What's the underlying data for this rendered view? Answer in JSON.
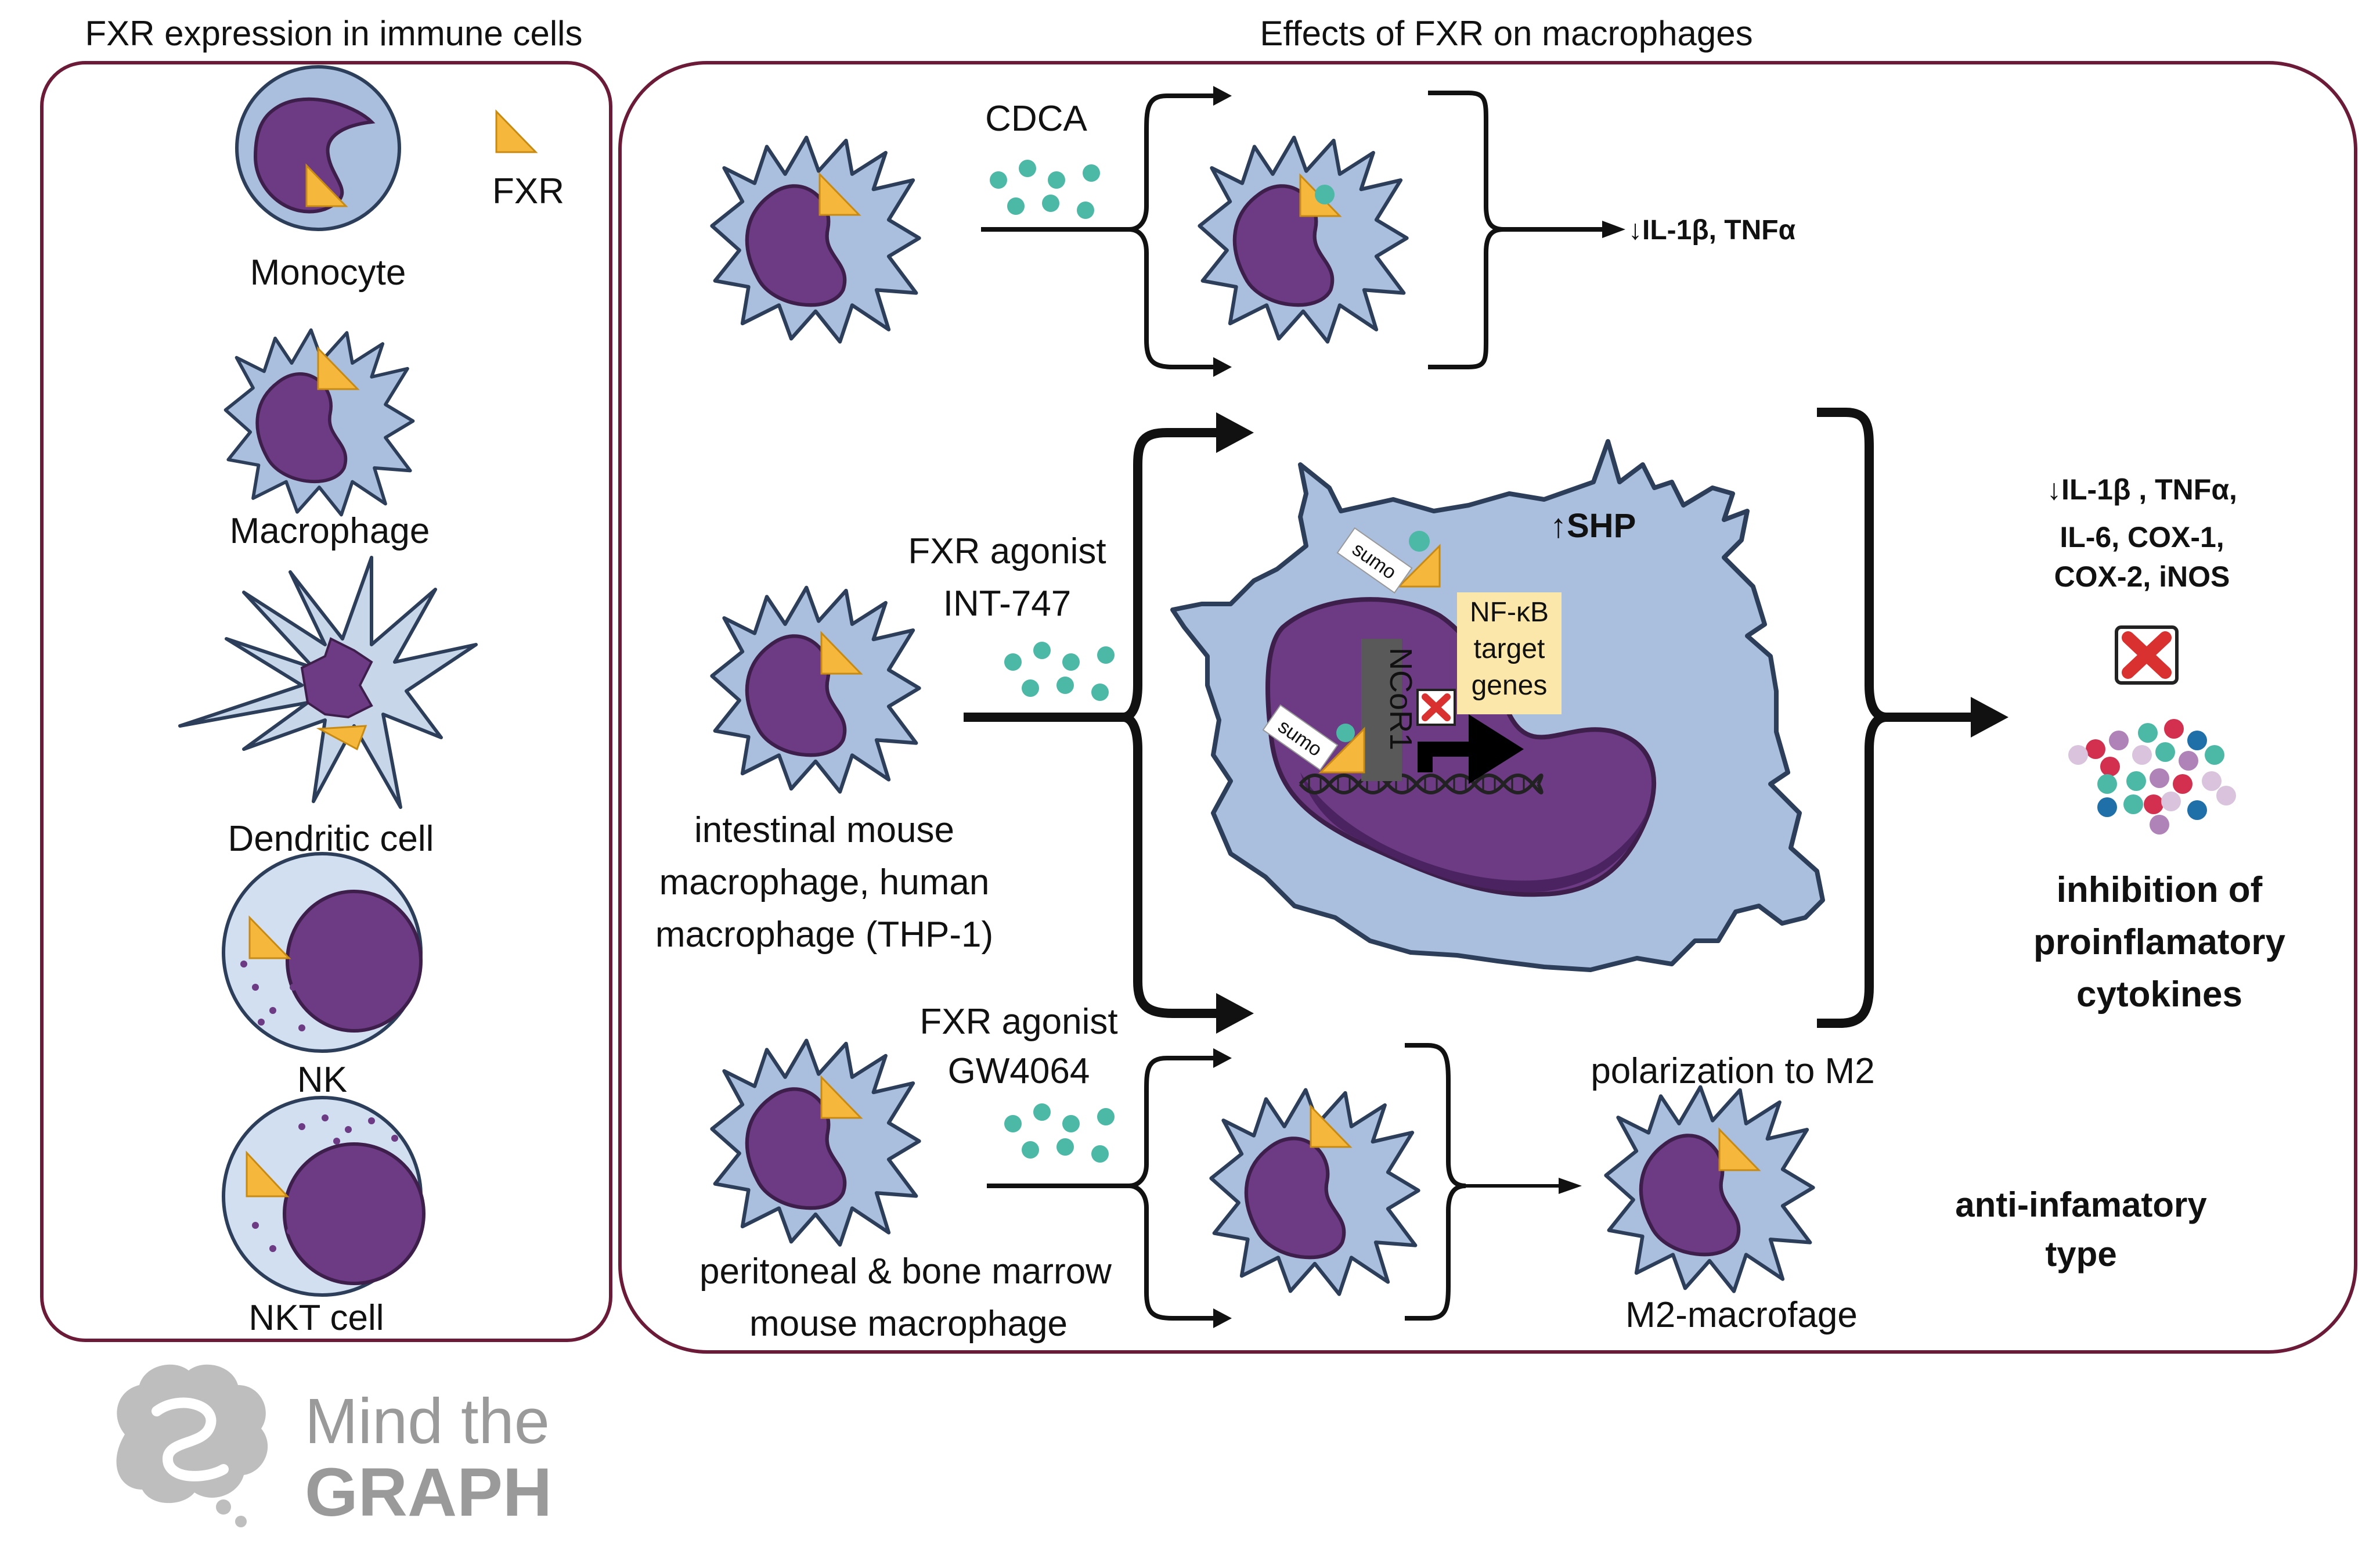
{
  "left_panel": {
    "title": "FXR expression in immune cells",
    "legend_label": "FXR",
    "cells": [
      "Monocyte",
      "Macrophage",
      "Dendritic cell",
      "NK",
      "NKT cell"
    ]
  },
  "right_panel": {
    "title": "Effects of FXR on macrophages",
    "top": {
      "ligand": "CDCA",
      "result": "↓IL-1β, TNFα"
    },
    "middle": {
      "agonist_line1": "FXR agonist",
      "agonist_line2": "INT-747",
      "source_lines": [
        "intestinal mouse",
        "macrophage, human",
        "macrophage (THP-1)"
      ],
      "shp": "↑SHP",
      "sumo": "sumo",
      "ncor": "NCoR1",
      "nfkb_lines": [
        "NF-κB",
        "target",
        "genes"
      ],
      "result_lines": [
        "↓IL-1β , TNFα,",
        "IL-6, COX-1,",
        "COX-2, iNOS"
      ],
      "conclusion_lines": [
        "inhibition of",
        "proinflamatory",
        "cytokines"
      ]
    },
    "bottom": {
      "agonist_line1": "FXR agonist",
      "agonist_line2": "GW4064",
      "source_lines": [
        "peritoneal & bone marrow",
        "mouse macrophage"
      ],
      "polarization": "polarization to M2",
      "m2_label": "M2-macrofage",
      "type_lines": [
        "anti-infamatory",
        "type"
      ]
    }
  },
  "watermark": {
    "line1": "Mind the",
    "line2": "GRAPH"
  },
  "colors": {
    "border": "#6b1a38",
    "cell_fill": "#a9bfdd",
    "cell_stroke": "#2c3e59",
    "nucleus": "#6c3b84",
    "fxr": "#f5b83c",
    "ligand": "#4cb8a6",
    "ncor": "#595959",
    "nfkb_box": "#fbe7a9",
    "inhibit": "#d8312f"
  }
}
